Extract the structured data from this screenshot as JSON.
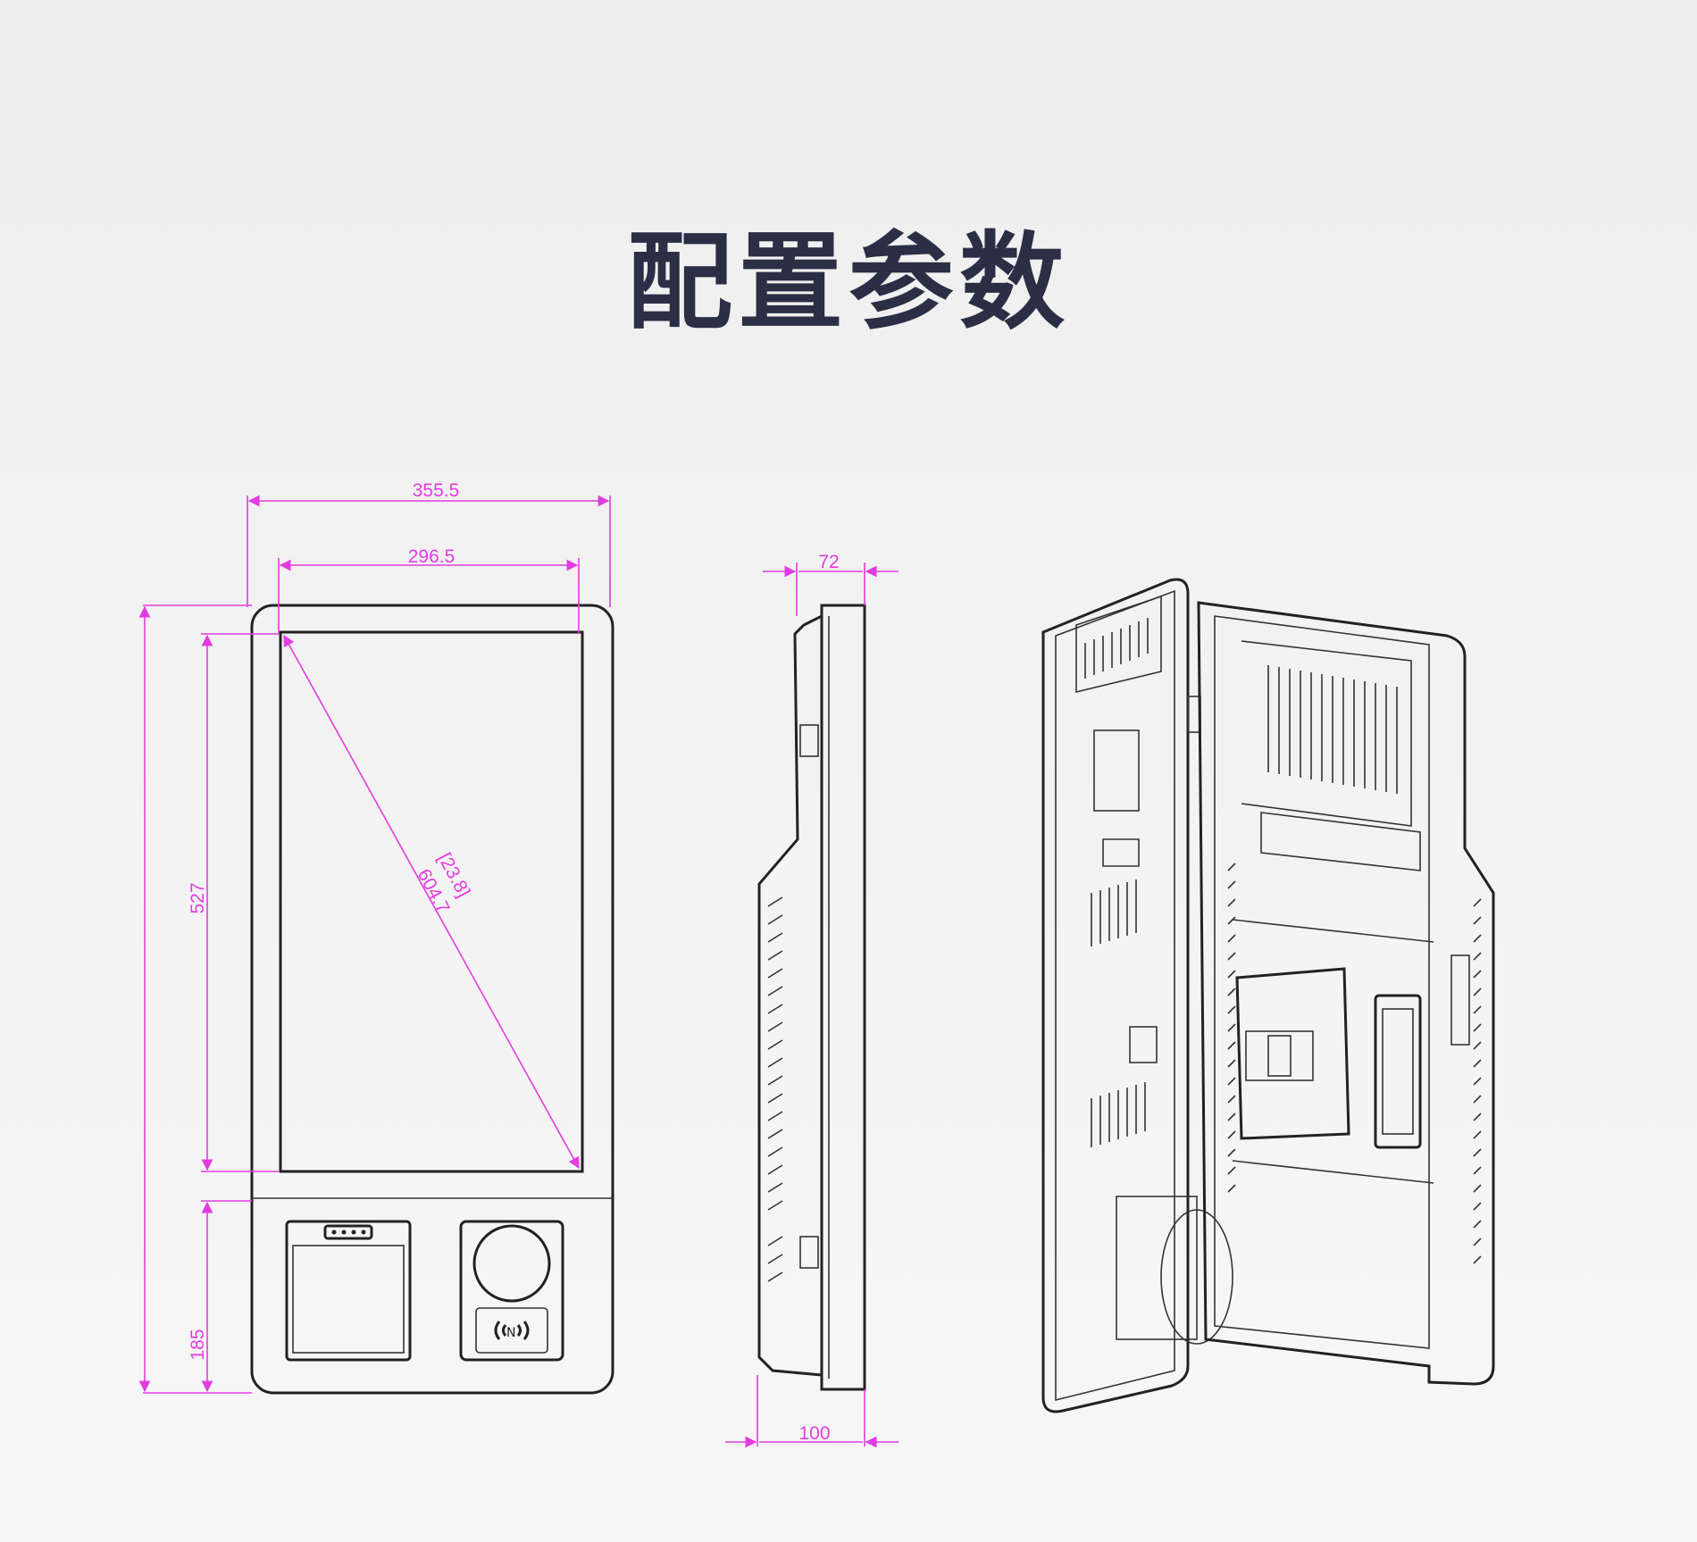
{
  "title": "配置参数",
  "dimensions": {
    "overall_width": "355.5",
    "screen_width": "296.5",
    "screen_height": "527",
    "bottom_height": "185",
    "diagonal_inch": "[23.8]",
    "diagonal_mm": "604.7",
    "depth_top": "72",
    "depth_bottom": "100"
  },
  "colors": {
    "title": "#2a2f45",
    "dimension": "#e23ce0",
    "line": "#222222"
  }
}
